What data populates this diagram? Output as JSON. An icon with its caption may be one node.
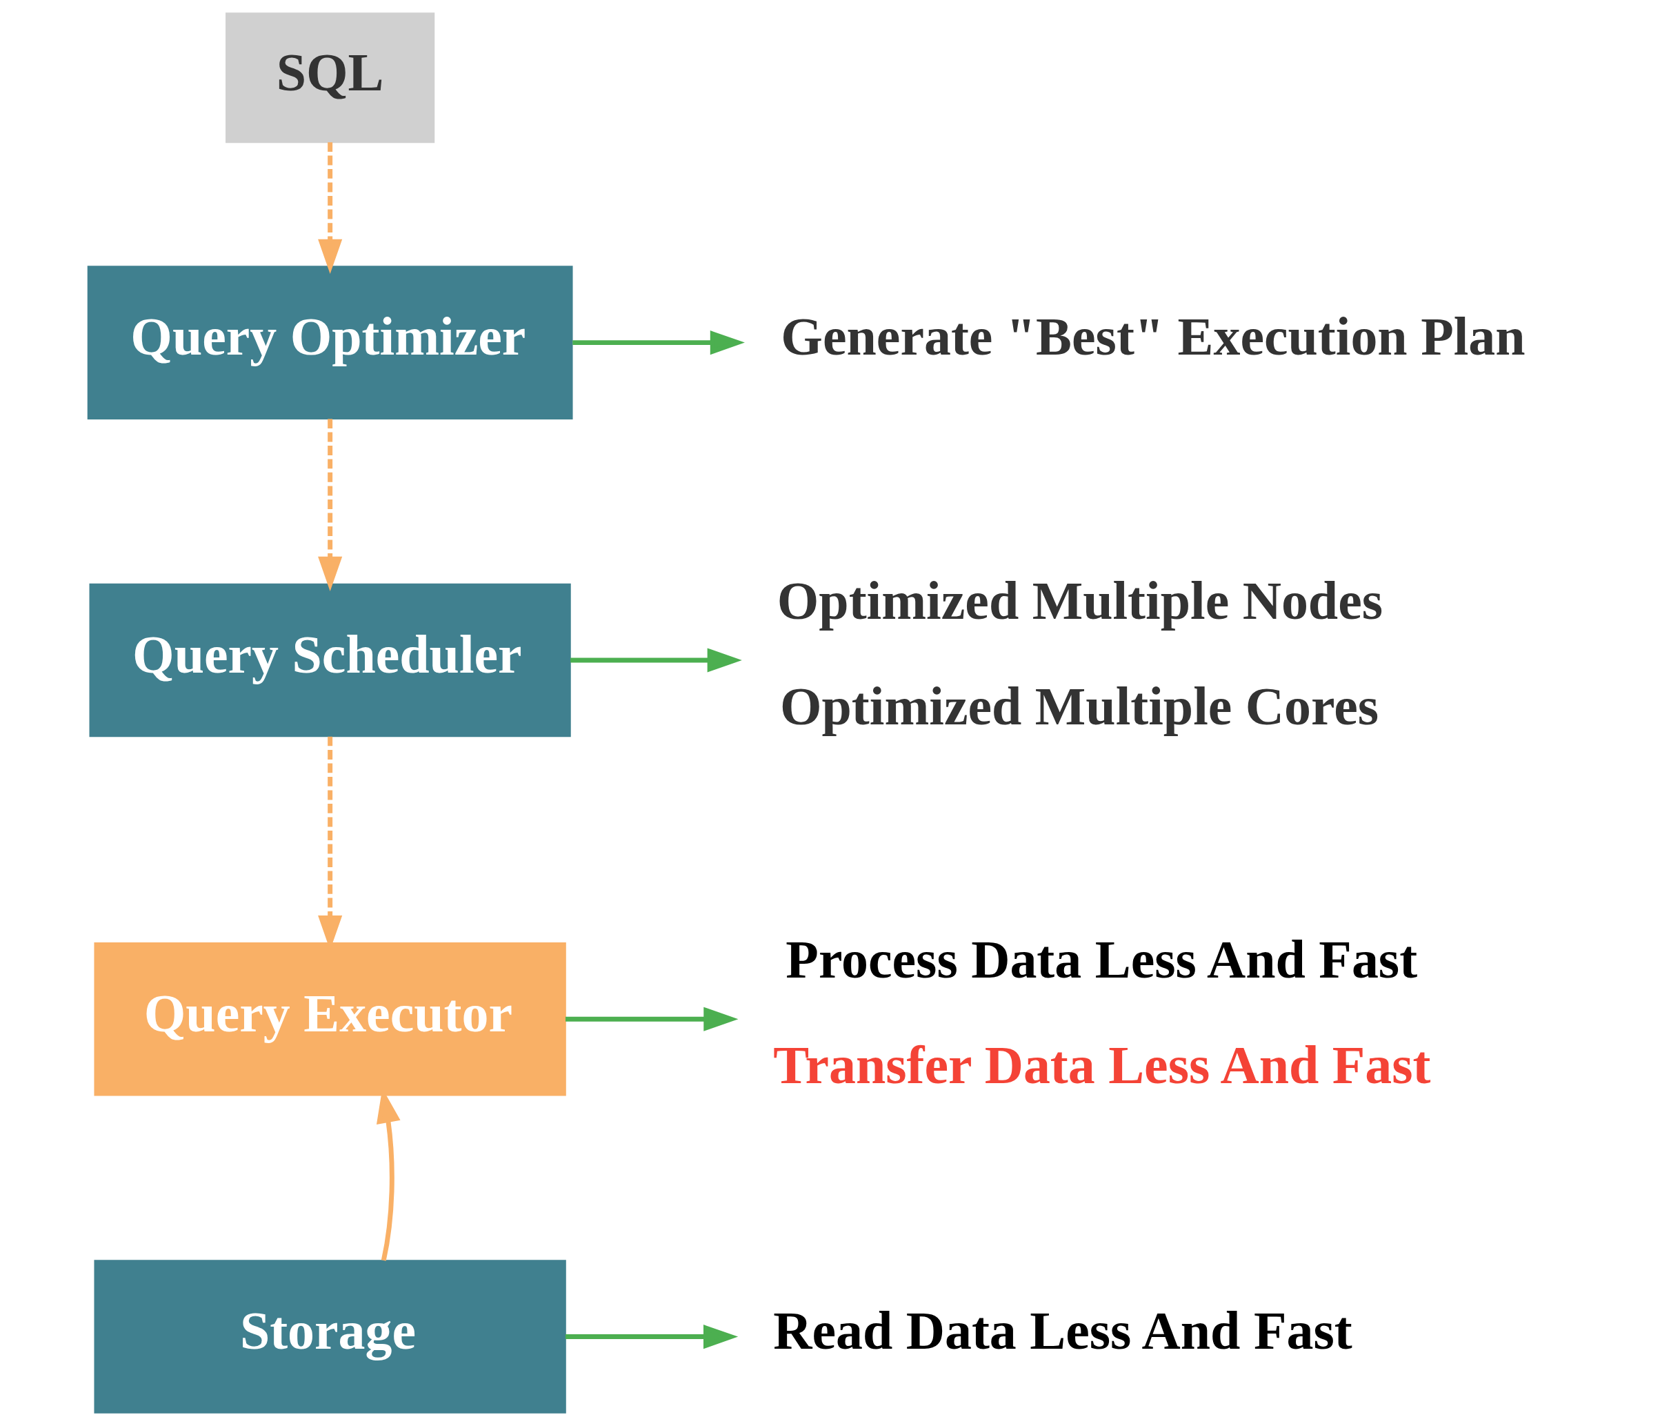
{
  "diagram": {
    "nodes": [
      {
        "text": [
          "SQL"
        ]
      },
      {
        "text": [
          "Query Optimizer"
        ]
      },
      {
        "text": [
          "Query Scheduler"
        ]
      },
      {
        "text": [
          "Query Executor"
        ]
      },
      {
        "text": [
          "Storage"
        ]
      },
      {
        "text": [
          "Generate \"Best\" Execution Plan"
        ]
      },
      {
        "text": [
          "Optimized Multiple Nodes",
          "Optimized Multiple Cores"
        ]
      },
      {
        "text": [
          "Process Data Less And Fast",
          "Transfer Data Less And Fast"
        ]
      },
      {
        "text": [
          "Read Data Less And Fast"
        ]
      }
    ],
    "edges": [
      {
        "from": 0,
        "to": 1,
        "arrow": "to",
        "style": "dashed",
        "color": "#f9b066"
      },
      {
        "from": 1,
        "to": 2,
        "arrow": "to",
        "style": "dashed",
        "color": "#f9b066"
      },
      {
        "from": 2,
        "to": 3,
        "arrow": "to",
        "style": "dashed",
        "color": "#f9b066"
      },
      {
        "from": 4,
        "to": 3,
        "arrow": "to",
        "color": "#f9b066"
      },
      {
        "from": 1,
        "to": 5,
        "arrow": "to",
        "color": "#4caf50"
      },
      {
        "from": 2,
        "to": 6,
        "arrow": "to",
        "color": "#4caf50"
      },
      {
        "from": 3,
        "to": 7,
        "arrow": "to",
        "color": "#4caf50"
      },
      {
        "from": 4,
        "to": 8,
        "arrow": "to",
        "color": "#4caf50"
      }
    ]
  }
}
